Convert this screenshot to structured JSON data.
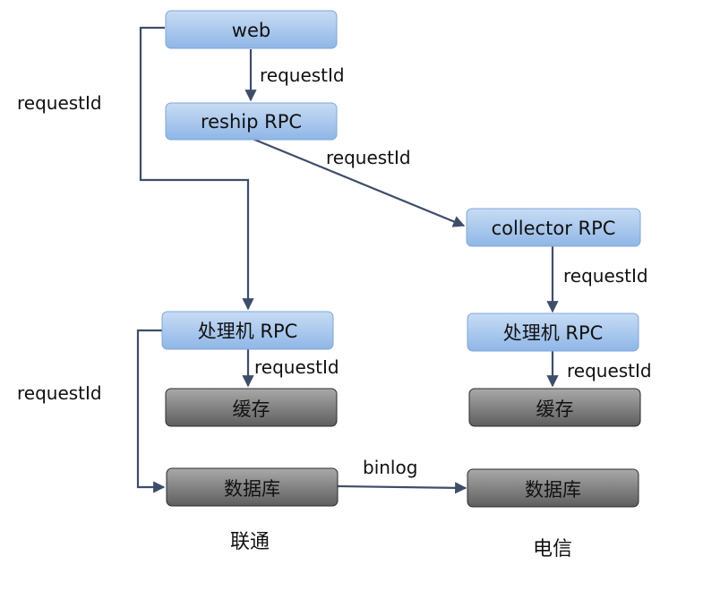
{
  "nodes": {
    "web": "web",
    "reship_rpc": "reship RPC",
    "collector_rpc": "collector RPC",
    "handler_rpc_left": "处理机 RPC",
    "handler_rpc_right": "处理机 RPC",
    "cache_left": "缓存",
    "cache_right": "缓存",
    "db_left": "数据库",
    "db_right": "数据库"
  },
  "edge_labels": {
    "web_to_reship": "requestId",
    "reship_to_collector": "requestId",
    "web_to_handler_left": "requestId",
    "collector_to_handler_right": "requestId",
    "handler_left_to_cache": "requestId",
    "handler_right_to_cache": "requestId",
    "handler_left_to_db": "requestId",
    "db_left_to_db_right": "binlog"
  },
  "regions": {
    "left": "联通",
    "right": "电信"
  },
  "colors": {
    "blue_top": "#c8dcf4",
    "blue_bottom": "#8fb6e6",
    "gray_top": "#a9a9a9",
    "gray_bottom": "#5e5e5e",
    "edge": "#3f4d6b"
  }
}
